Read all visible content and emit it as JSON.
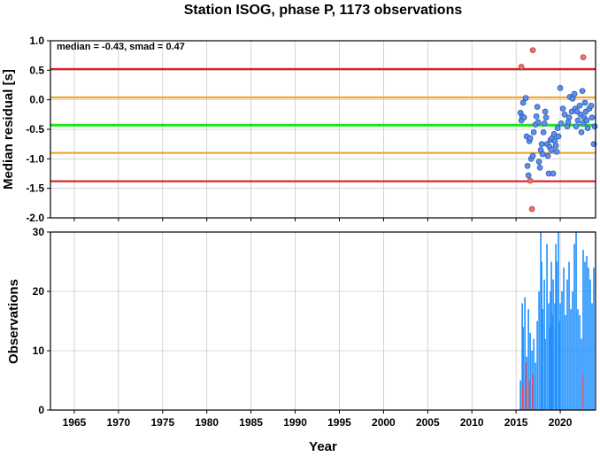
{
  "chart_data": {
    "title": "Station ISOG, phase P, 1173 observations",
    "xlabel": "Year",
    "xlim": [
      1962.3,
      2024.0
    ],
    "x_ticks": [
      1965,
      1970,
      1975,
      1980,
      1985,
      1990,
      1995,
      2000,
      2005,
      2010,
      2015,
      2020
    ],
    "grid": true,
    "colors": {
      "line_red": "#e8191e",
      "line_orange": "#f2a52b",
      "line_green": "#1ee61e",
      "point_blue": "#5b8ff0",
      "point_red": "#f0706a",
      "bar_blue": "#1e90ff",
      "bar_red": "#ff4a4a"
    },
    "panels": [
      {
        "type": "scatter",
        "ylabel": "Median residual [s]",
        "ylim": [
          -2.0,
          1.0
        ],
        "y_ticks": [
          "1.0",
          "0.5",
          "0.0",
          "-0.5",
          "-1.0",
          "-1.5",
          "-2.0"
        ],
        "annotation": "median = -0.43, smad = 0.47",
        "reference_lines": [
          {
            "y": 0.52,
            "color": "red"
          },
          {
            "y": 0.04,
            "color": "orange"
          },
          {
            "y": -0.43,
            "color": "green"
          },
          {
            "y": -0.9,
            "color": "orange"
          },
          {
            "y": -1.38,
            "color": "red"
          }
        ],
        "points_normal": [
          [
            2015.5,
            -0.22
          ],
          [
            2015.6,
            -0.35
          ],
          [
            2015.7,
            -0.28
          ],
          [
            2015.8,
            -0.05
          ],
          [
            2015.9,
            -0.3
          ],
          [
            2016.1,
            0.03
          ],
          [
            2016.2,
            -0.62
          ],
          [
            2016.3,
            -1.12
          ],
          [
            2016.4,
            -1.28
          ],
          [
            2016.5,
            -0.7
          ],
          [
            2016.6,
            -0.65
          ],
          [
            2016.7,
            -1.0
          ],
          [
            2016.9,
            -0.95
          ],
          [
            2017.0,
            -0.55
          ],
          [
            2017.2,
            -0.42
          ],
          [
            2017.3,
            -0.28
          ],
          [
            2017.4,
            -0.12
          ],
          [
            2017.5,
            -0.38
          ],
          [
            2017.6,
            -1.05
          ],
          [
            2017.7,
            -1.15
          ],
          [
            2017.8,
            -0.85
          ],
          [
            2017.9,
            -0.75
          ],
          [
            2018.0,
            -0.92
          ],
          [
            2018.1,
            -0.55
          ],
          [
            2018.2,
            -0.4
          ],
          [
            2018.3,
            -0.2
          ],
          [
            2018.4,
            -0.3
          ],
          [
            2018.5,
            -0.75
          ],
          [
            2018.6,
            -0.95
          ],
          [
            2018.7,
            -1.25
          ],
          [
            2018.8,
            -0.8
          ],
          [
            2018.9,
            -0.68
          ],
          [
            2019.0,
            -0.85
          ],
          [
            2019.1,
            -0.65
          ],
          [
            2019.2,
            -1.25
          ],
          [
            2019.3,
            -0.58
          ],
          [
            2019.4,
            -0.7
          ],
          [
            2019.5,
            -0.78
          ],
          [
            2019.6,
            -0.88
          ],
          [
            2019.7,
            -0.48
          ],
          [
            2019.8,
            -0.62
          ],
          [
            2020.0,
            0.2
          ],
          [
            2020.1,
            -0.4
          ],
          [
            2020.3,
            -0.15
          ],
          [
            2020.5,
            -0.25
          ],
          [
            2020.8,
            -0.45
          ],
          [
            2020.9,
            -0.38
          ],
          [
            2021.0,
            -0.3
          ],
          [
            2021.1,
            0.05
          ],
          [
            2021.3,
            -0.2
          ],
          [
            2021.4,
            0.02
          ],
          [
            2021.6,
            0.1
          ],
          [
            2021.7,
            -0.15
          ],
          [
            2021.8,
            -0.45
          ],
          [
            2021.9,
            -0.2
          ],
          [
            2022.0,
            -0.35
          ],
          [
            2022.2,
            -0.1
          ],
          [
            2022.3,
            -0.25
          ],
          [
            2022.4,
            -0.55
          ],
          [
            2022.5,
            0.15
          ],
          [
            2022.6,
            -0.4
          ],
          [
            2022.7,
            -0.3
          ],
          [
            2022.8,
            -0.05
          ],
          [
            2022.9,
            -0.2
          ],
          [
            2023.0,
            -0.35
          ],
          [
            2023.1,
            -0.48
          ],
          [
            2023.3,
            -0.15
          ],
          [
            2023.5,
            -0.1
          ],
          [
            2023.6,
            -0.3
          ],
          [
            2023.8,
            -0.75
          ],
          [
            2023.9,
            -0.45
          ]
        ],
        "points_outlier": [
          [
            2015.6,
            0.56
          ],
          [
            2016.9,
            0.84
          ],
          [
            2022.6,
            0.72
          ],
          [
            2016.6,
            -1.37
          ],
          [
            2016.8,
            -1.85
          ]
        ]
      },
      {
        "type": "bar",
        "ylabel": "Observations",
        "ylim": [
          0,
          30
        ],
        "y_ticks": [
          "0",
          "10",
          "20",
          "30"
        ],
        "bars_blue": [
          [
            2015.5,
            5
          ],
          [
            2015.7,
            18
          ],
          [
            2015.8,
            14
          ],
          [
            2016.0,
            19
          ],
          [
            2016.2,
            9
          ],
          [
            2016.4,
            17
          ],
          [
            2016.6,
            13
          ],
          [
            2016.8,
            10
          ],
          [
            2017.0,
            12
          ],
          [
            2017.2,
            8
          ],
          [
            2017.4,
            15
          ],
          [
            2017.6,
            20
          ],
          [
            2017.8,
            30
          ],
          [
            2017.9,
            25
          ],
          [
            2018.0,
            17
          ],
          [
            2018.2,
            22
          ],
          [
            2018.3,
            12
          ],
          [
            2018.5,
            28
          ],
          [
            2018.7,
            18
          ],
          [
            2018.8,
            14
          ],
          [
            2018.9,
            20
          ],
          [
            2019.0,
            25
          ],
          [
            2019.1,
            16
          ],
          [
            2019.2,
            22
          ],
          [
            2019.4,
            18
          ],
          [
            2019.5,
            28
          ],
          [
            2019.6,
            25
          ],
          [
            2019.8,
            30
          ],
          [
            2019.9,
            15
          ],
          [
            2020.0,
            18
          ],
          [
            2020.2,
            20
          ],
          [
            2020.4,
            24
          ],
          [
            2020.6,
            16
          ],
          [
            2020.8,
            22
          ],
          [
            2021.0,
            25
          ],
          [
            2021.2,
            17
          ],
          [
            2021.4,
            20
          ],
          [
            2021.6,
            28
          ],
          [
            2021.8,
            30
          ],
          [
            2022.0,
            17
          ],
          [
            2022.2,
            16
          ],
          [
            2022.4,
            12
          ],
          [
            2022.6,
            27
          ],
          [
            2022.8,
            25
          ],
          [
            2023.0,
            26
          ],
          [
            2023.2,
            24
          ],
          [
            2023.4,
            22
          ],
          [
            2023.6,
            18
          ],
          [
            2023.8,
            24
          ]
        ],
        "bars_red": [
          [
            2015.7,
            4
          ],
          [
            2016.1,
            8
          ],
          [
            2016.5,
            5
          ],
          [
            2016.9,
            6
          ],
          [
            2022.6,
            6
          ]
        ]
      }
    ]
  }
}
